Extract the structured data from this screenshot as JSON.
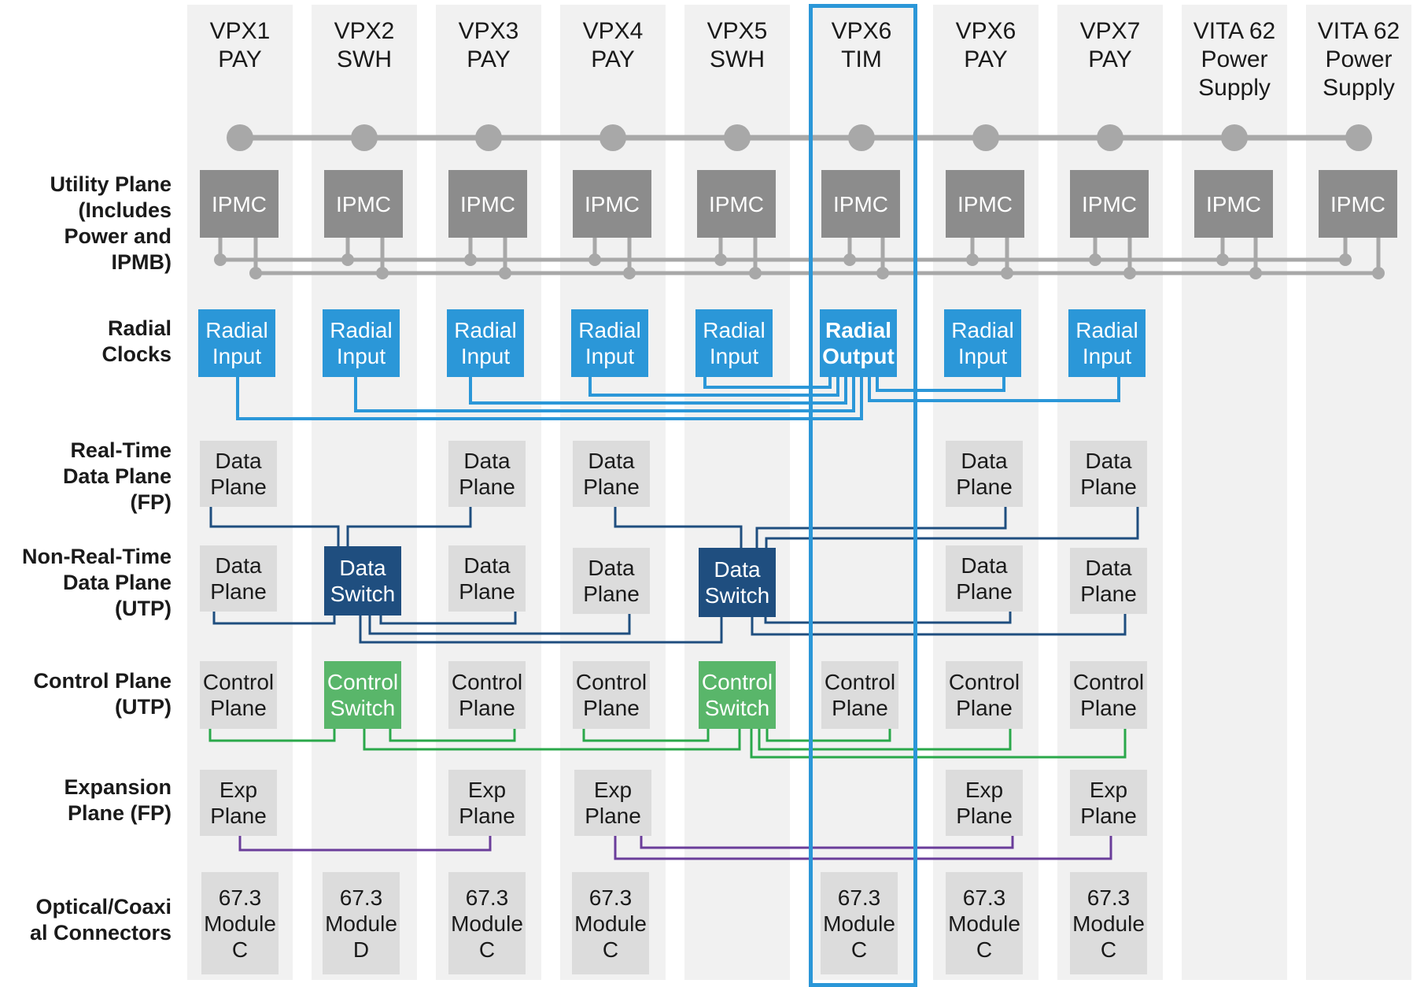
{
  "columns": [
    {
      "id": "vpx1",
      "header": "VPX1\nPAY"
    },
    {
      "id": "vpx2",
      "header": "VPX2\nSWH"
    },
    {
      "id": "vpx3",
      "header": "VPX3\nPAY"
    },
    {
      "id": "vpx4",
      "header": "VPX4\nPAY"
    },
    {
      "id": "vpx5",
      "header": "VPX5\nSWH"
    },
    {
      "id": "vpx6tim",
      "header": "VPX6\nTIM"
    },
    {
      "id": "vpx6pay",
      "header": "VPX6\nPAY"
    },
    {
      "id": "vpx7",
      "header": "VPX7\nPAY"
    },
    {
      "id": "vita62a",
      "header": "VITA 62\nPower\nSupply"
    },
    {
      "id": "vita62b",
      "header": "VITA 62\nPower\nSupply"
    }
  ],
  "row_labels": {
    "utility": "Utility Plane\n(Includes\nPower and\nIPMB)",
    "radial": "Radial\nClocks",
    "realtime": "Real-Time\nData Plane\n(FP)",
    "nonrealtime": "Non-Real-Time\nData Plane\n(UTP)",
    "control": "Control Plane\n(UTP)",
    "expansion": "Expansion\nPlane (FP)",
    "optical": "Optical/Coaxi\nal Connectors"
  },
  "ipmc_label": "IPMC",
  "radial": {
    "input_label": "Radial\nInput",
    "output_label": "Radial\nOutput",
    "input_columns": [
      "vpx1",
      "vpx2",
      "vpx3",
      "vpx4",
      "vpx5",
      "vpx6pay",
      "vpx7"
    ],
    "output_column": "vpx6tim"
  },
  "realtime": {
    "label": "Data\nPlane",
    "columns": [
      "vpx1",
      "vpx3",
      "vpx4",
      "vpx6pay",
      "vpx7"
    ]
  },
  "nonrealtime": {
    "plane_label": "Data\nPlane",
    "switch_label": "Data\nSwitch",
    "plane_columns": [
      "vpx1",
      "vpx3",
      "vpx4",
      "vpx6pay",
      "vpx7"
    ],
    "switch_columns": [
      "vpx2",
      "vpx5"
    ]
  },
  "control": {
    "plane_label": "Control\nPlane",
    "switch_label": "Control\nSwitch",
    "plane_columns": [
      "vpx1",
      "vpx3",
      "vpx4",
      "vpx6tim",
      "vpx6pay",
      "vpx7"
    ],
    "switch_columns": [
      "vpx2",
      "vpx5"
    ]
  },
  "expansion": {
    "label": "Exp\nPlane",
    "columns": [
      "vpx1",
      "vpx3",
      "vpx4",
      "vpx6pay",
      "vpx7"
    ],
    "links": [
      [
        "vpx1",
        "vpx3"
      ],
      [
        "vpx4",
        "vpx7"
      ],
      [
        "vpx4",
        "vpx6pay"
      ]
    ]
  },
  "optical": {
    "modules": [
      {
        "column": "vpx1",
        "label": "67.3\nModule\nC"
      },
      {
        "column": "vpx2",
        "label": "67.3\nModule\nD"
      },
      {
        "column": "vpx3",
        "label": "67.3\nModule\nC"
      },
      {
        "column": "vpx4",
        "label": "67.3\nModule\nC"
      },
      {
        "column": "vpx6tim",
        "label": "67.3\nModule\nC"
      },
      {
        "column": "vpx6pay",
        "label": "67.3\nModule\nC"
      },
      {
        "column": "vpx7",
        "label": "67.3\nModule\nC"
      }
    ]
  },
  "colors": {
    "column_bg": "#f1f1f1",
    "ipmc": "#8c8c8c",
    "bus": "#a8a8a8",
    "radial": "#2b97d8",
    "data_switch": "#1f4e7f",
    "data_link": "#1f4e7f",
    "control_switch": "#59b66a",
    "control_link": "#2aa84a",
    "exp_link": "#6a3d9a",
    "grey_box": "#dcdcdc",
    "tim_outline": "#2b97d8"
  }
}
